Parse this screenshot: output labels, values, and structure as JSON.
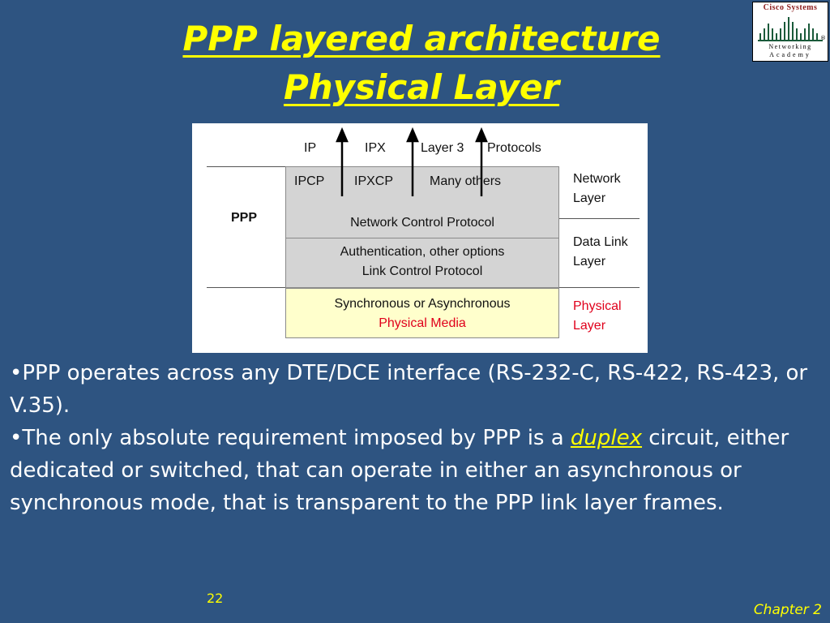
{
  "slide": {
    "title_line1": "PPP layered architecture",
    "title_line2": "Physical Layer",
    "page_number": "22",
    "chapter": "Chapter 2"
  },
  "logo": {
    "brand": "Cisco Systems",
    "line1": "Networking",
    "line2": "Academy"
  },
  "diagram": {
    "protocols": [
      "IP",
      "IPX",
      "Layer 3",
      "Protocols"
    ],
    "ncp_items": [
      "IPCP",
      "IPXCP",
      "Many others"
    ],
    "ppp_label": "PPP",
    "ncp_label": "Network Control Protocol",
    "lcp_line1": "Authentication, other options",
    "lcp_line2": "Link Control Protocol",
    "phys_line1": "Synchronous or Asynchronous",
    "phys_line2": "Physical Media",
    "layers": {
      "network": [
        "Network",
        "Layer"
      ],
      "datalink": [
        "Data Link",
        "Layer"
      ],
      "physical": [
        "Physical",
        "Layer"
      ]
    },
    "colors": {
      "gray_box": "#d4d4d4",
      "yellow_box": "#ffffcc",
      "red_text": "#e0001b"
    }
  },
  "bullets": {
    "b1": "•PPP operates across any DTE/DCE interface (RS-232-C, RS-422, RS-423, or V.35).",
    "b2_prefix": "•The only absolute requirement imposed by PPP is a ",
    "b2_emph": "duplex",
    "b2_suffix": " circuit, either dedicated or switched, that can operate in either an asynchronous or synchronous mode, that is transparent to the PPP link layer frames."
  },
  "theme": {
    "background": "#2e5481",
    "title_color": "#ffff00",
    "text_color": "#ffffff"
  }
}
